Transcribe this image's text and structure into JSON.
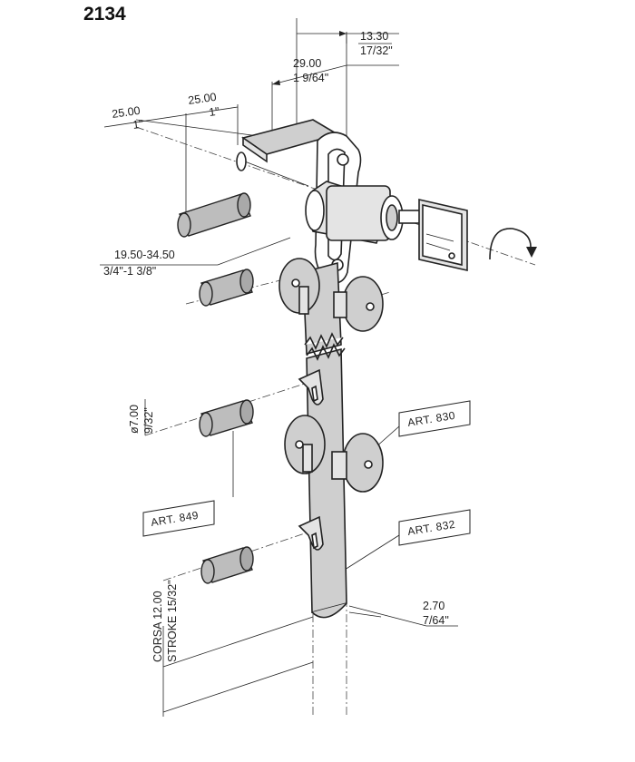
{
  "product_code": "2134",
  "dimensions": {
    "d1_mm": "13.30",
    "d1_in": "17/32\"",
    "d2_mm": "29.00",
    "d2_in": "1 9/64\"",
    "d3_mm": "25.00",
    "d3_in": "1\"",
    "d4_mm": "25.00",
    "d4_in": "1\"",
    "d5_mm": "19.50-34.50",
    "d5_in": "3/4\"-1 3/8\"",
    "d6_mm": "ø7.00",
    "d6_in": "9/32\"",
    "stroke_it": "CORSA 12.00",
    "stroke_en": "STROKE 15/32\"",
    "d7_mm": "2.70",
    "d7_in": "7/64\""
  },
  "references": {
    "art_830": "ART. 830",
    "art_832": "ART. 832",
    "art_849": "ART. 849"
  },
  "colors": {
    "metal": "#cfcfcf",
    "line": "#222222",
    "rod": "#bdbdbd"
  }
}
